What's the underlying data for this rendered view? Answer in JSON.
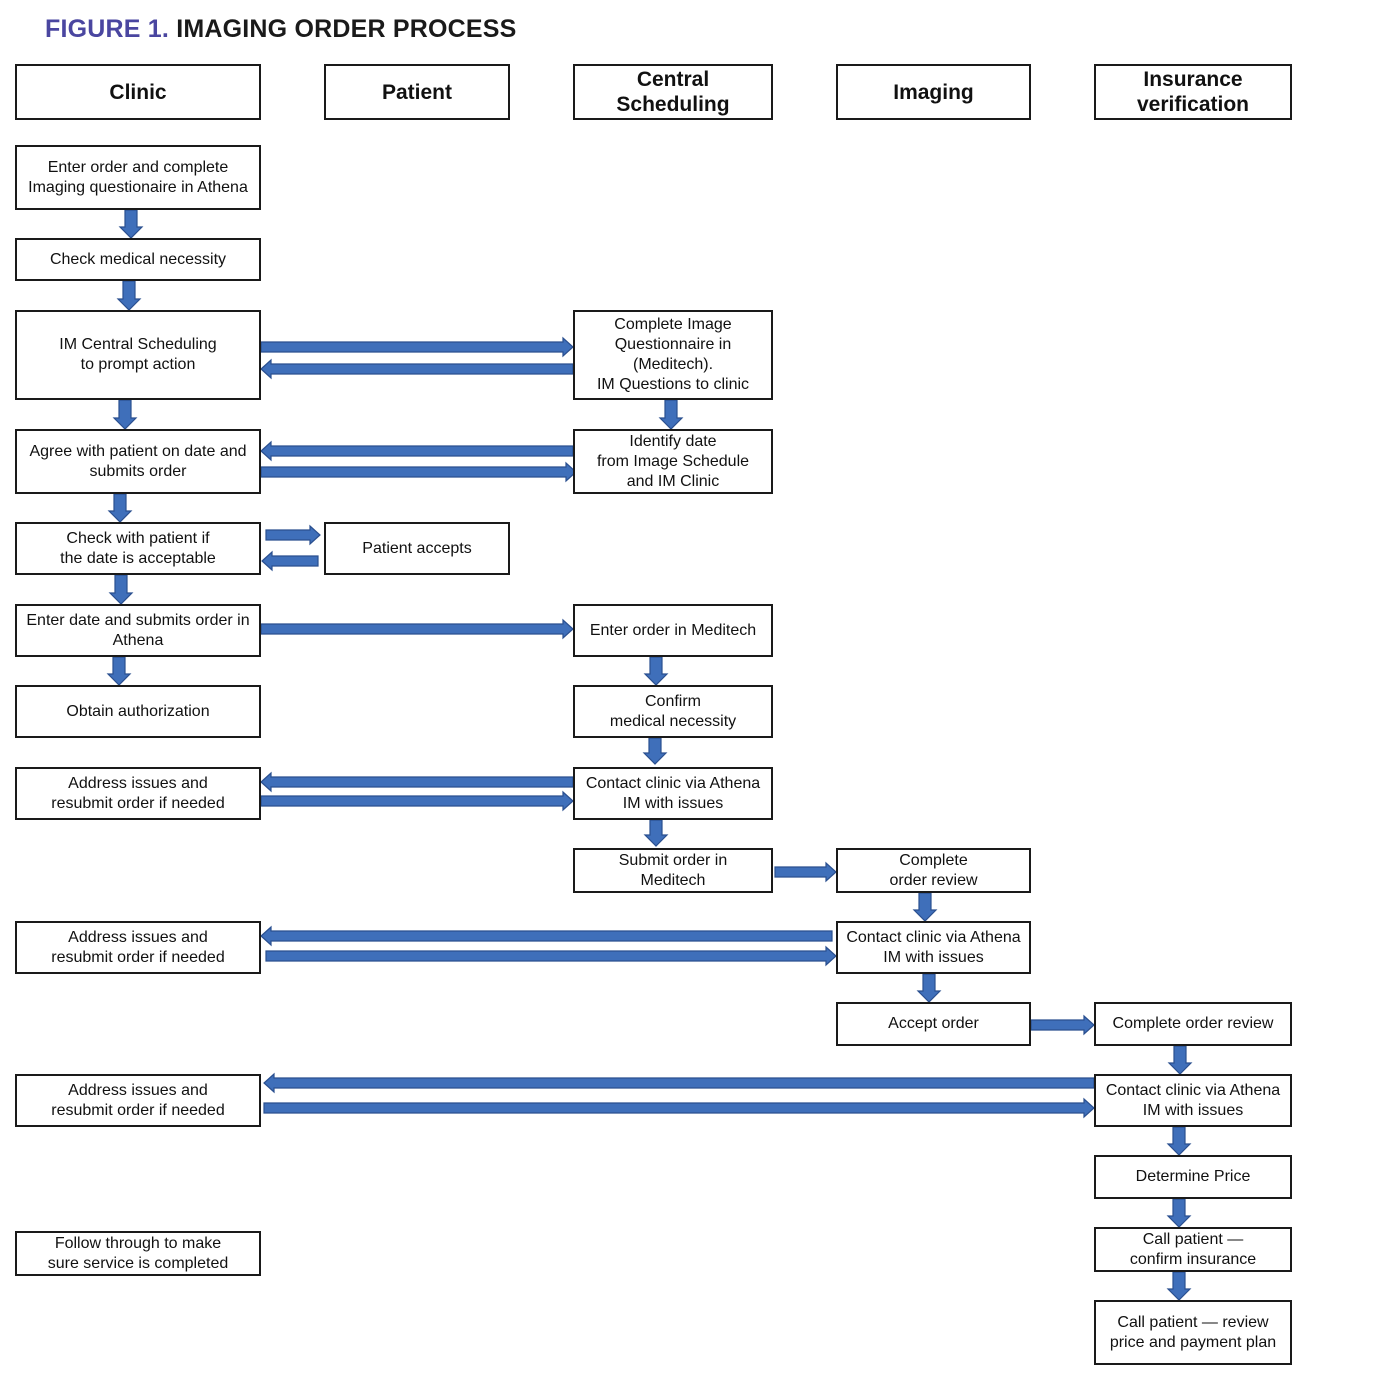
{
  "figure": {
    "label": "FIGURE 1.",
    "title": "IMAGING ORDER PROCESS"
  },
  "colors": {
    "arrow_fill": "#3f6fba",
    "arrow_stroke": "#2a4f8f",
    "title_accent": "#4a46a0",
    "border": "#1a1a1a"
  },
  "lanes": {
    "clinic": "Clinic",
    "patient": "Patient",
    "scheduling": "Central Scheduling",
    "imaging": "Imaging",
    "insurance": "Insurance\nverification"
  },
  "steps": {
    "c1": "Enter order and complete\nImaging questionaire in Athena",
    "c2": "Check medical necessity",
    "c3": "IM Central Scheduling\nto prompt action",
    "c4": "Agree with patient on date and\nsubmits order",
    "c5": "Check with patient if\nthe date is acceptable",
    "c6": "Enter date and submits order in\nAthena",
    "c7": "Obtain authorization",
    "c8": "Address issues and\nresubmit order if needed",
    "c9": "Address issues and\nresubmit order if needed",
    "c10": "Address issues and\nresubmit order if needed",
    "c11": "Follow through to make\nsure service is completed",
    "p1": "Patient accepts",
    "s1": "Complete Image\nQuestionnaire in\n(Meditech).\nIM Questions to clinic",
    "s2": "Identify date\nfrom Image Schedule\nand IM Clinic",
    "s3": "Enter order in Meditech",
    "s4": "Confirm\nmedical necessity",
    "s5": "Contact clinic via Athena\nIM with issues",
    "s6": "Submit order  in\nMeditech",
    "i1": "Complete\norder review",
    "i2": "Contact clinic via Athena\nIM with issues",
    "i3": "Accept order",
    "n1": "Complete order review",
    "n2": "Contact clinic via Athena\nIM with issues",
    "n3": "Determine Price",
    "n4": "Call patient —\nconfirm insurance",
    "n5": "Call patient — review\nprice and payment plan"
  }
}
